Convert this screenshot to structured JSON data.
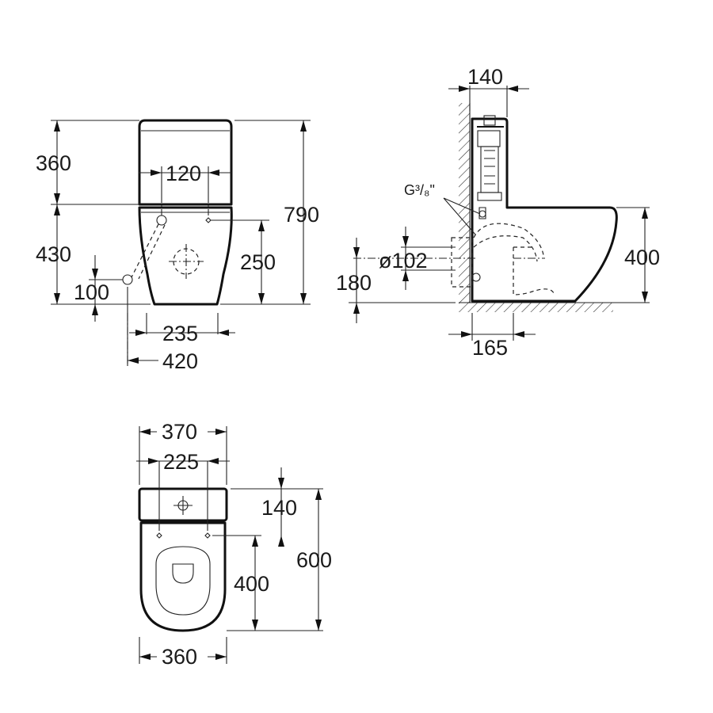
{
  "front_view": {
    "dim_tank_height": "360",
    "dim_pan_height": "430",
    "dim_total_height": "790",
    "dim_hole_spacing": "120",
    "dim_hole_height": "250",
    "dim_inlet_height": "100",
    "dim_base_width": "235",
    "dim_inlet_offset": "420"
  },
  "side_view": {
    "dim_wall_gap": "140",
    "dim_thread": "G³/₈\"",
    "dim_outlet_diameter": "ø102",
    "dim_outlet_height": "180",
    "dim_pan_height": "400",
    "dim_outlet_from_wall": "165"
  },
  "top_view": {
    "dim_tank_width": "370",
    "dim_hole_spacing": "225",
    "dim_hole_from_wall": "140",
    "dim_bowl_length": "400",
    "dim_total_length": "600",
    "dim_bowl_width": "360"
  }
}
